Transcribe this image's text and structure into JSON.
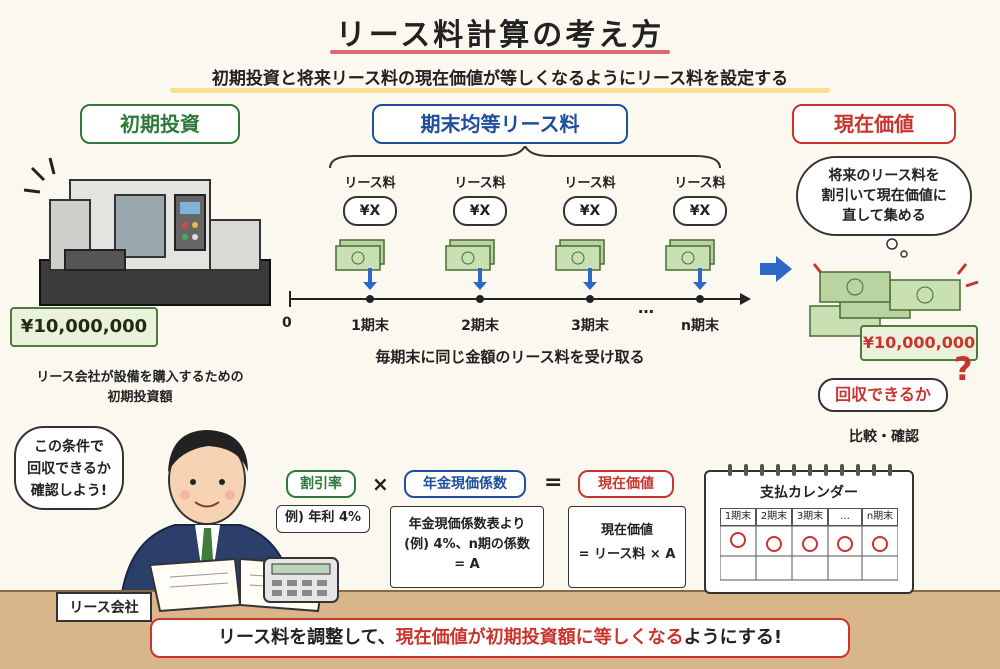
{
  "title": "リース料計算の考え方",
  "subtitle": "初期投資と将来リース料の現在価値が等しくなるようにリース料を設定する",
  "initial_investment": {
    "heading": "初期投資",
    "amount": "¥10,000,000",
    "caption_line1": "リース会社が設備を購入するための",
    "caption_line2": "初期投資額"
  },
  "lease_payments": {
    "heading": "期末均等リース料",
    "item_label": "リース料",
    "item_amount": "¥X",
    "timeline_zero": "0",
    "periods": [
      "1期末",
      "2期末",
      "3期末",
      "n期末"
    ],
    "ellipsis": "…",
    "caption": "毎期末に同じ金額のリース料を受け取る"
  },
  "present_value": {
    "heading": "現在価値",
    "thought_line1": "将来のリース料を",
    "thought_line2": "割引いて現在価値に",
    "thought_line3": "直して集める",
    "amount": "¥10,000,000",
    "question": "回収できるか",
    "question_mark": "?",
    "compare": "比較・確認"
  },
  "person": {
    "speech_line1": "この条件で",
    "speech_line2": "回収できるか",
    "speech_line3": "確認しよう!",
    "nameplate": "リース会社"
  },
  "formula": {
    "rate_heading": "割引率",
    "rate_example": "例) 年利 4%",
    "times": "×",
    "factor_heading": "年金現価係数",
    "factor_line1": "年金現価係数表より",
    "factor_line2": "(例) 4%、n期の係数",
    "factor_line3": "= A",
    "equals": "=",
    "pv_heading": "現在価値",
    "pv_line1": "現在価値",
    "pv_line2": "= リース料 × A"
  },
  "calendar": {
    "title": "支払カレンダー",
    "columns": [
      "1期末",
      "2期末",
      "3期末",
      "…",
      "n期末"
    ]
  },
  "footer": {
    "part1": "リース料を調整して、",
    "part2": "現在価値が初期投資額に等しくなる",
    "part3": "ようにする!"
  },
  "colors": {
    "green": "#2f7a3b",
    "blue": "#1f4e9c",
    "red": "#c9342e",
    "money": "#b9d4a0"
  }
}
